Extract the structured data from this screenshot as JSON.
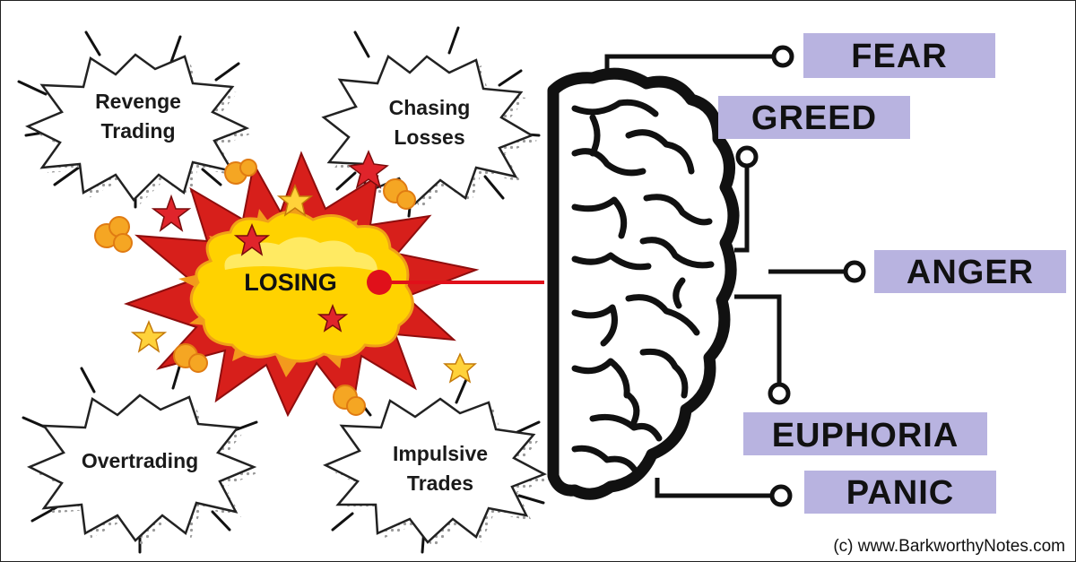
{
  "thought_bubbles": {
    "top_left": [
      "Revenge",
      "Trading"
    ],
    "top_right": [
      "Chasing",
      "Losses"
    ],
    "bottom_left": [
      "Overtrading"
    ],
    "bottom_right": [
      "Impulsive",
      "Trades"
    ]
  },
  "center": {
    "label": "LOSING",
    "dot_color": "#e0101a"
  },
  "emotions": [
    "FEAR",
    "GREED",
    "ANGER",
    "EUPHORIA",
    "PANIC"
  ],
  "credit": "(c) www.BarkworthyNotes.com",
  "colors": {
    "emotion_box": "#b8b3e0",
    "explosion_outer": "#d71f1b",
    "explosion_mid": "#f39a1d",
    "explosion_inner": "#ffd200",
    "line": "#111111"
  }
}
